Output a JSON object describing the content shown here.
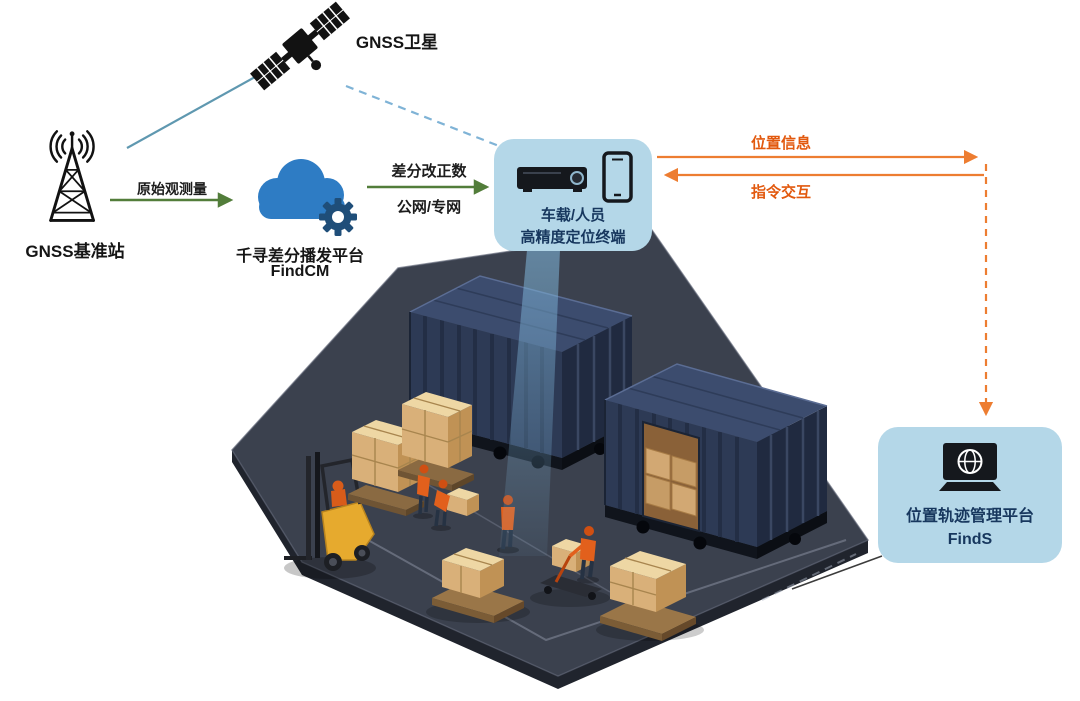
{
  "nodes": {
    "satellite": {
      "label": "GNSS卫星",
      "icon": "gnss-satellite-icon"
    },
    "base_station": {
      "label": "GNSS基准站",
      "icon": "antenna-tower-icon"
    },
    "cloud": {
      "line1": "千寻差分播发平台",
      "line2": "FindCM",
      "icon": "cloud-gear-icon"
    },
    "terminal": {
      "line1": "车载/人员",
      "line2": "高精度定位终端",
      "icons": [
        "receiver-box-icon",
        "smartphone-icon"
      ]
    },
    "management": {
      "line1": "位置轨迹管理平台",
      "line2": "FindS",
      "icon": "laptop-globe-icon"
    }
  },
  "edges": {
    "raw_observation": "原始观测量",
    "correction": "差分改正数",
    "network": "公网/专网",
    "position_info": "位置信息",
    "command_interaction": "指令交互"
  },
  "scene": {
    "elements": [
      "shipping-container",
      "shipping-container",
      "forklift",
      "pallet-stack",
      "pallet-stack",
      "pallet",
      "pallet",
      "pallet-jack",
      "worker",
      "worker",
      "worker",
      "worker"
    ]
  },
  "colors": {
    "bubble_fill": "#b4d7e8",
    "bubble_text": "#17375e",
    "green_arrow": "#527d3a",
    "orange_arrow": "#ed7d31",
    "orange_text": "#e2590e",
    "teal_line": "#5f98b0",
    "signal_dashed": "#7fb3d6",
    "cloud_blue": "#2e7cc4",
    "gear_blue": "#1f4e79",
    "container_navy": "#2d3a55",
    "platform_gray": "#3b414e",
    "box_tan": "#d9b079",
    "forklift_yellow": "#e6aa2e",
    "beam_blue": "#7db2d6"
  }
}
